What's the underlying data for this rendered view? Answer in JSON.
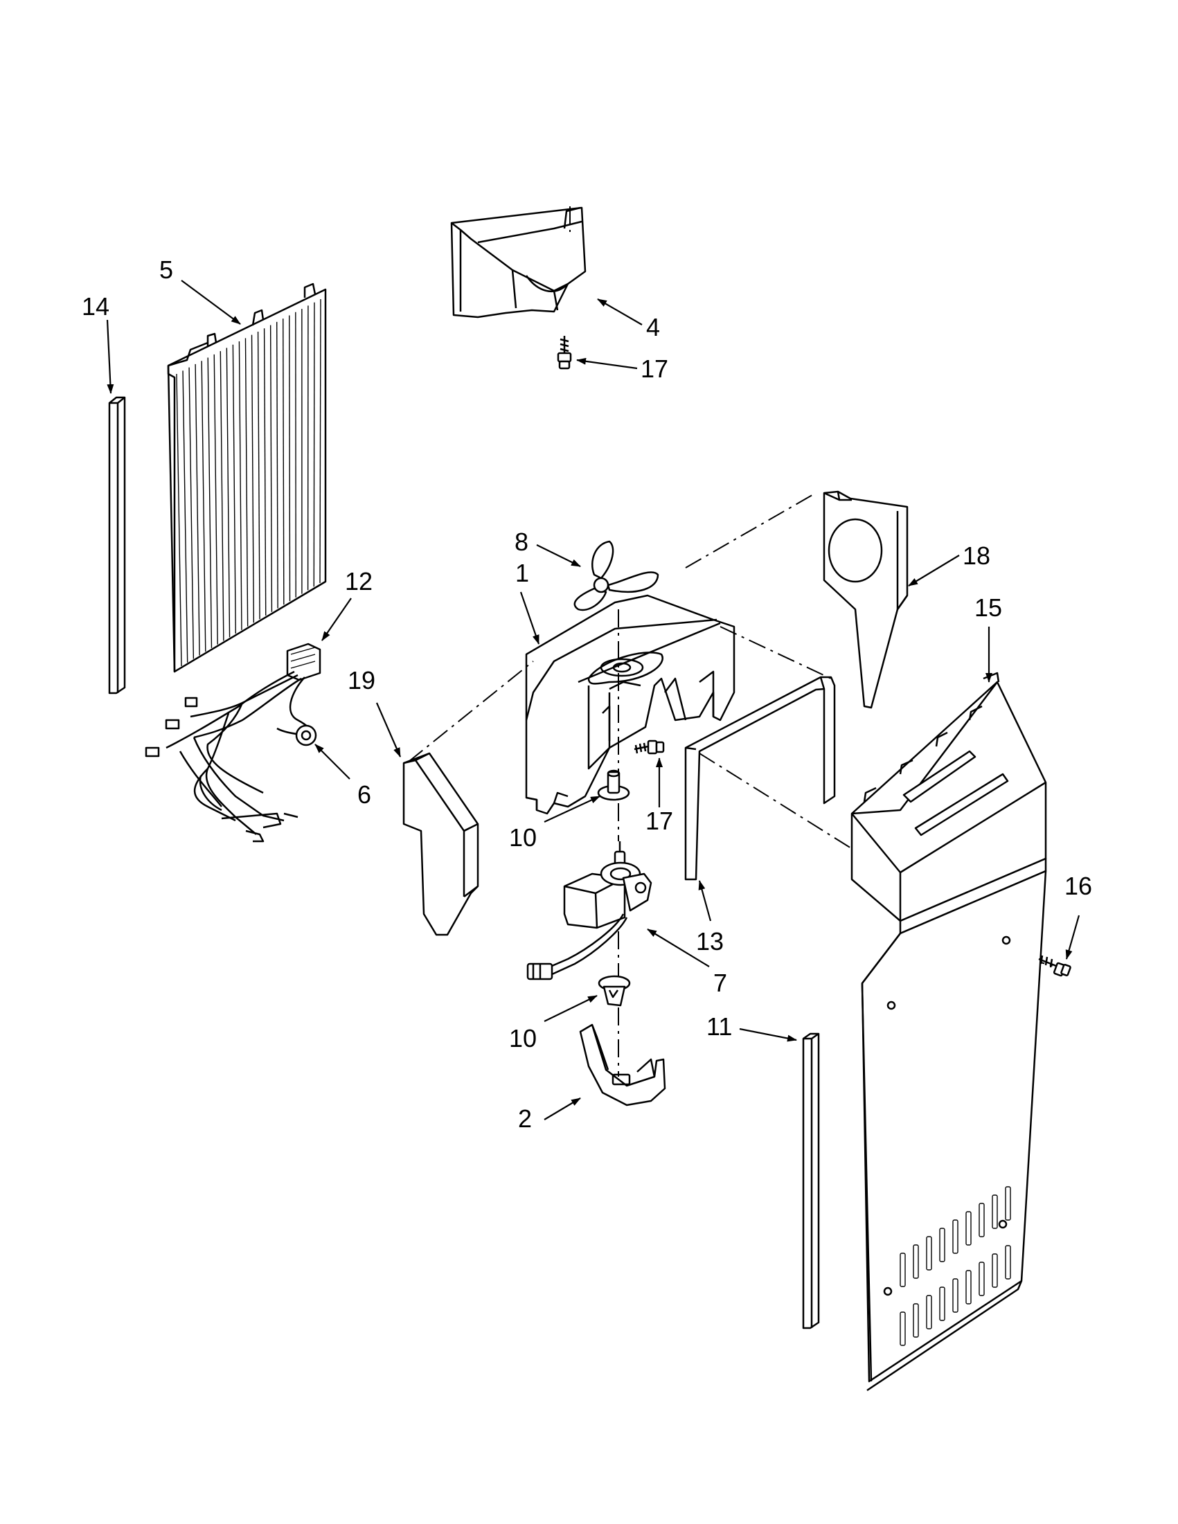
{
  "diagram": {
    "callouts": [
      {
        "id": "c5",
        "text": "5"
      },
      {
        "id": "c14",
        "text": "14"
      },
      {
        "id": "c4",
        "text": "4"
      },
      {
        "id": "c17a",
        "text": "17"
      },
      {
        "id": "c12",
        "text": "12"
      },
      {
        "id": "c6",
        "text": "6"
      },
      {
        "id": "c8",
        "text": "8"
      },
      {
        "id": "c1",
        "text": "1"
      },
      {
        "id": "c18",
        "text": "18"
      },
      {
        "id": "c15",
        "text": "15"
      },
      {
        "id": "c19",
        "text": "19"
      },
      {
        "id": "c17b",
        "text": "17"
      },
      {
        "id": "c10a",
        "text": "10"
      },
      {
        "id": "c13",
        "text": "13"
      },
      {
        "id": "c16",
        "text": "16"
      },
      {
        "id": "c7",
        "text": "7"
      },
      {
        "id": "c10b",
        "text": "10"
      },
      {
        "id": "c11",
        "text": "11"
      },
      {
        "id": "c2",
        "text": "2"
      }
    ]
  }
}
